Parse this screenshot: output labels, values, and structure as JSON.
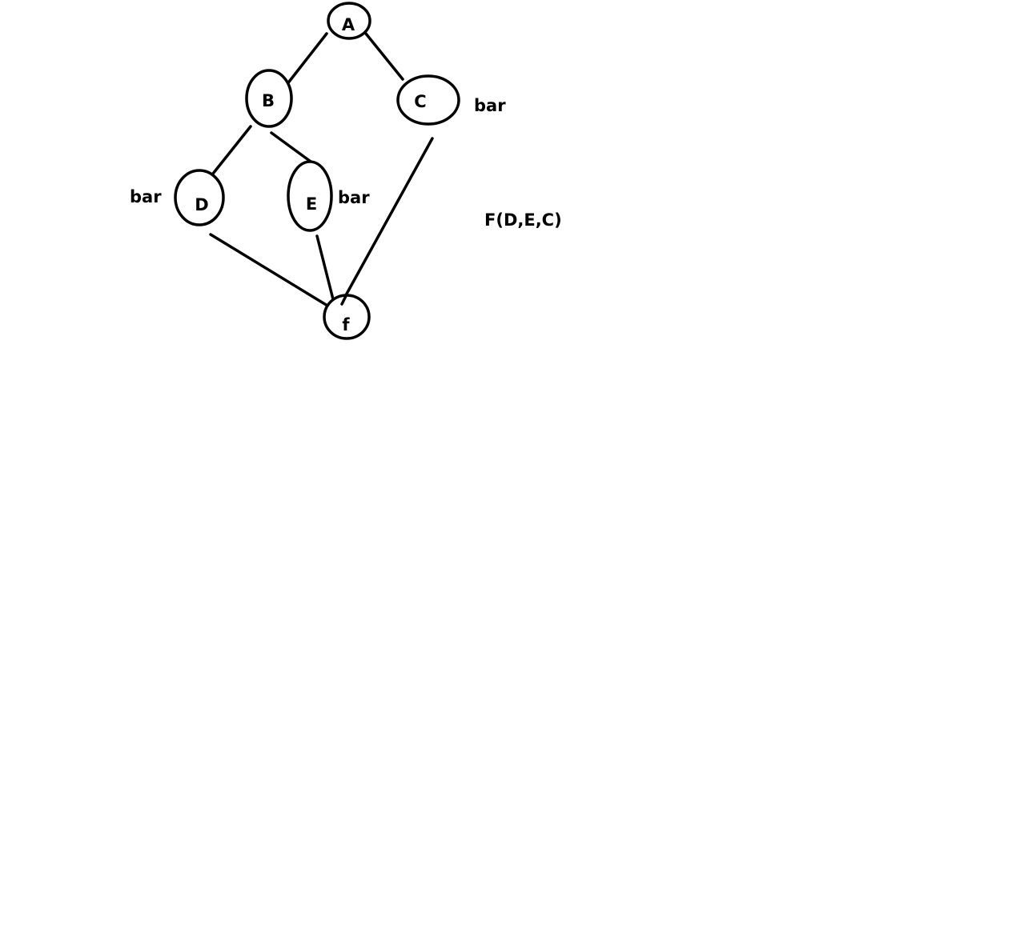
{
  "diagram": {
    "nodes": {
      "a": {
        "label": "A"
      },
      "b": {
        "label": "B"
      },
      "c": {
        "label": "C"
      },
      "d": {
        "label": "D"
      },
      "e": {
        "label": "E"
      },
      "f": {
        "label": "f"
      }
    },
    "edges": [
      {
        "from": "A",
        "to": "B"
      },
      {
        "from": "A",
        "to": "C"
      },
      {
        "from": "B",
        "to": "D"
      },
      {
        "from": "B",
        "to": "E"
      },
      {
        "from": "D",
        "to": "f"
      },
      {
        "from": "E",
        "to": "f"
      },
      {
        "from": "C",
        "to": "f"
      }
    ],
    "annotations": {
      "c_tag": "bar",
      "d_tag": "bar",
      "e_tag": "bar",
      "formula": "F(D,E,C)"
    }
  }
}
